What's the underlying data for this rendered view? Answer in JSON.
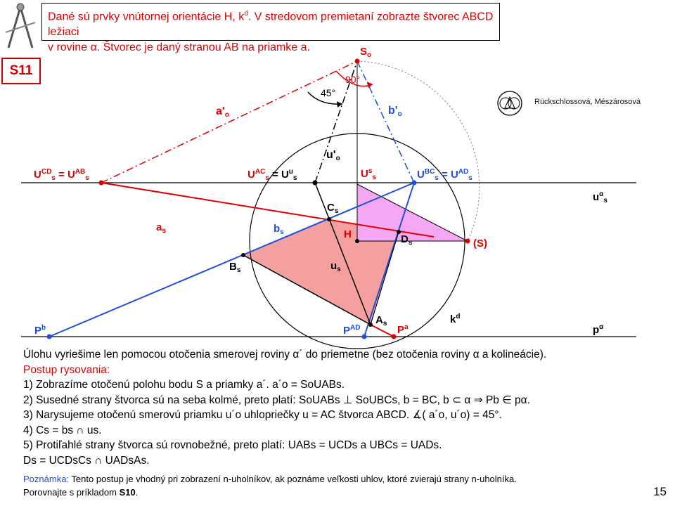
{
  "task": {
    "line1": "Dané sú prvky vnútornej orientácie H, k",
    "line1_sup": "d",
    "line1_rest": ". V stredovom premietaní zobrazte štvorec ABCD ležiaci",
    "line2": "v rovine α. Štvorec je daný stranou AB na priamke a."
  },
  "code": "S11",
  "authors": "Rückschlossová, Mészárosová",
  "labels": {
    "So": "S",
    "So_sub": "o",
    "angle90": "90°",
    "angle45": "45°",
    "a_o": "a'",
    "a_o_sub": "o",
    "b_o": "b'",
    "b_o_sub": "o",
    "u_o": "u'",
    "u_o_sub": "o",
    "UCD": "U",
    "UCD_sup": "CD",
    "UCD_sub": "s",
    "UCD_eq": " = U",
    "UAB_sup": "AB",
    "UAB_sub": "s",
    "UAC": "U",
    "UAC_sup": "AC",
    "UAC_sub": "s",
    "UAC_eq": " = U",
    "Uu_sup": "u",
    "Uu_sub": "s",
    "Us": "U",
    "Us_sup": "s",
    "Us_sub": "s",
    "UBC": "U",
    "UBC_sup": "BC",
    "UBC_sub": "s",
    "UBC_eq": " = U",
    "UAD_sup": "AD",
    "UAD_sub": "s",
    "ualpha": "u",
    "ualpha_sup": "α",
    "ualpha_sub": "s",
    "Cs": "C",
    "Cs_sub": "s",
    "as": "a",
    "as_sub": "s",
    "bs": "b",
    "bs_sub": "s",
    "H": "H",
    "Ds": "D",
    "Ds_sub": "s",
    "S": "(S)",
    "Bs": "B",
    "Bs_sub": "s",
    "us": "u",
    "us_sub": "s",
    "kd": "k",
    "kd_sup": "d",
    "As": "A",
    "As_sub": "s",
    "Pb": "P",
    "Pb_sup": "b",
    "PAD": "P",
    "PAD_sup": "AD",
    "Pa": "P",
    "Pa_sup": "a",
    "palpha": "p",
    "palpha_sup": "α"
  },
  "body": {
    "intro": "Úlohu vyriešime len pomocou otočenia smerovej roviny α´ do priemetne (bez otočenia roviny  α a kolineácie).",
    "heading": "Postup rysovania:",
    "s1": "1) Zobrazíme otočenú polohu bodu S a priamky  a´.  a´o = SoUABs.",
    "s2": "2) Susedné strany štvorca sú na seba kolmé, preto platí: SoUABs  ⊥ SoUBCs,  b = BC, b ⊂ α ⇒ Pb ∈ pα.",
    "s3": "3) Narysujeme otočenú smerovú priamku u´o uhlopriečky u = AC štvorca ABCD.  ∡( a´o, u´o) = 45°.",
    "s4": "4) Cs = bs ∩ us.",
    "s5": "5) Protiľahlé strany štvorca sú rovnobežné, preto platí:  UABs = UCDs  a UBCs = UADs.",
    "s6": "Ds = UCDsCs ∩ UADsAs."
  },
  "note": {
    "label": "Poznámka:",
    "text": " Tento postup je vhodný pri zobrazení n-uholníkov, ak poznáme veľkosti uhlov, ktoré zvierajú strany n-uholníka.",
    "line2": "Porovnajte s príkladom ",
    "ref": "S10",
    "end": "."
  },
  "page_number": "15",
  "colors": {
    "red": "#e00000",
    "blue": "#1f4fd8",
    "pink_fill": "#f4a0a0",
    "violet_fill": "#f4a8f4"
  }
}
